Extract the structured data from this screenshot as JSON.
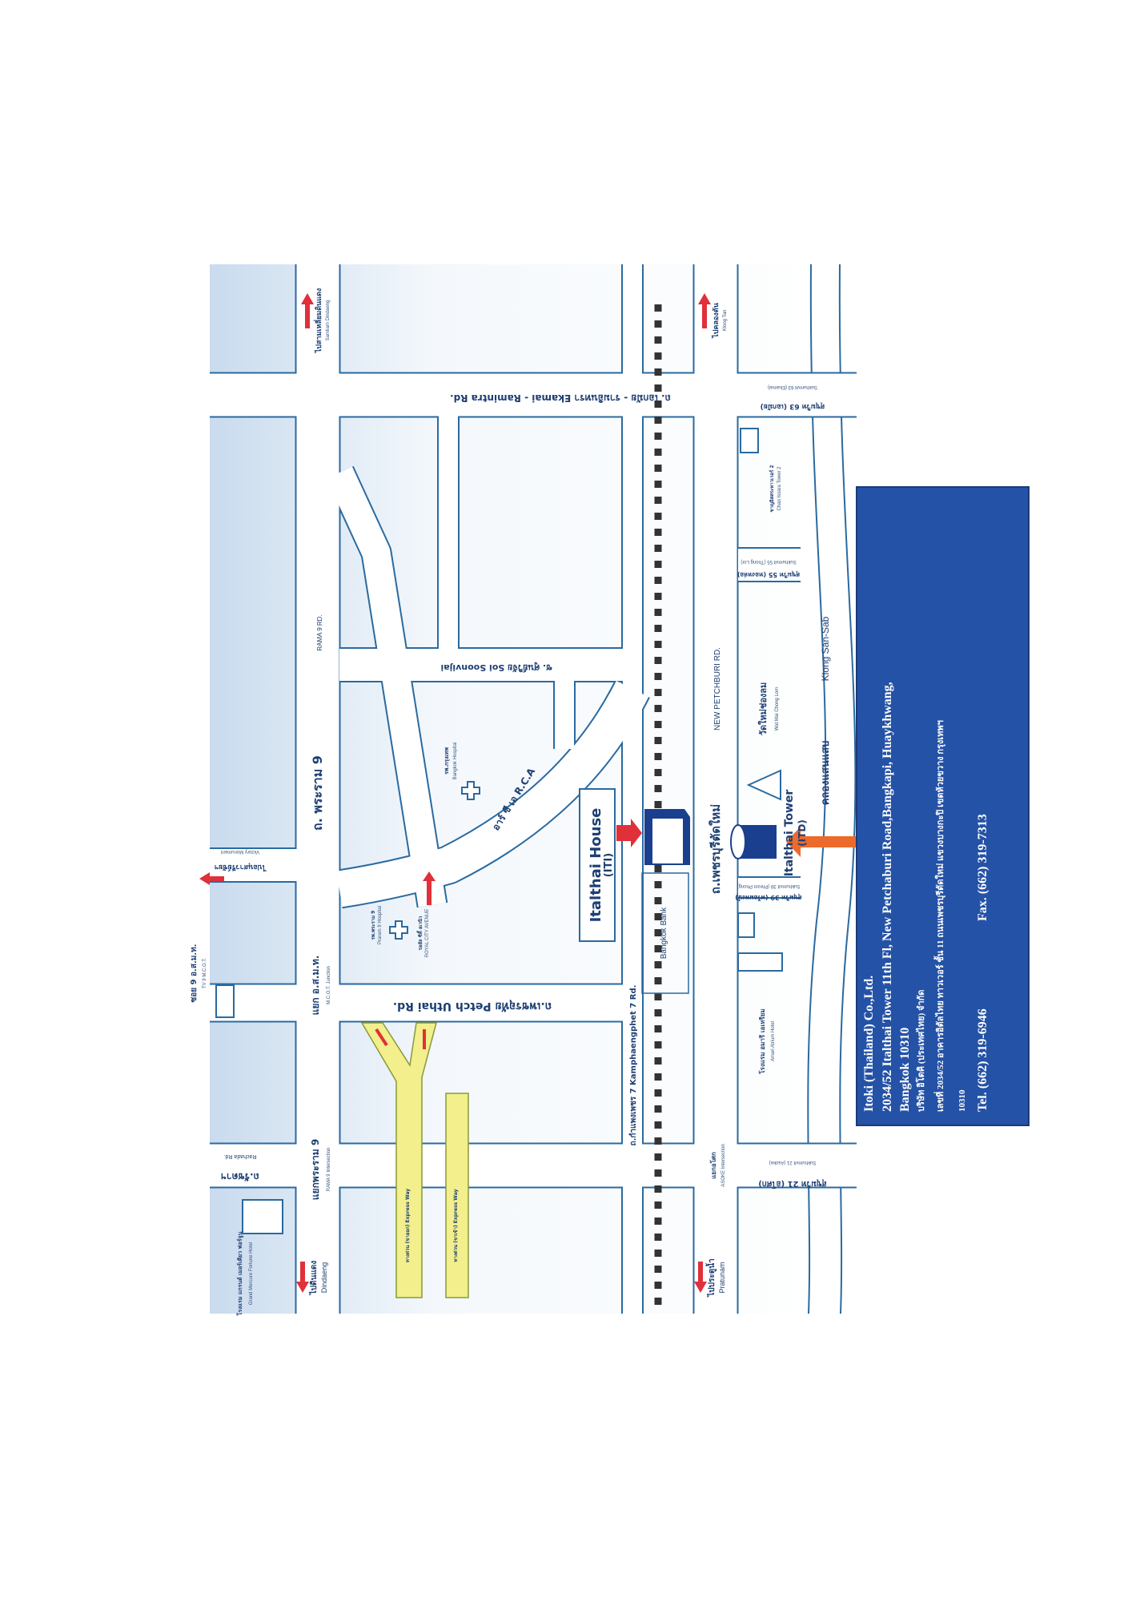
{
  "company": {
    "name": "Itoki (Thailand) Co.,Ltd.",
    "address_en_1": "2034/52 Italthai Tower 11th Fl, New Petchaburi Road,Bangkapi, Huaykhwang,",
    "address_en_2": "Bangkok 10310",
    "name_th": "บริษัท อิโตคิ (ประเทศไทย) จำกัด",
    "address_th": "เลขที่ 2034/52 อาคารอิตัลไทย ทาวเวอร์ ชั้น 11 ถนนเพชรบุรีตัดใหม่ แขวงบางกะปิ เขตห้วยขวาง กรุงเทพฯ",
    "postcode": "10310",
    "tel": "Tel. (662) 319-6946",
    "fax": "Fax. (662) 319-7313",
    "box_color": "#2452a6"
  },
  "roads": {
    "rama9_th": "ถ. พระราม 9",
    "rama9_en": "RAMA 9 RD.",
    "rca": "อาร์ ซี เอ R.C.A",
    "petch_uthai": "ถ.เพชรอุทัย   Petch Uthai Rd.",
    "ekamai": "ถ. เอกมัย - รามอินทรา   Ekamai - Ramintra Rd.",
    "soonvijai": "ซ. ศูนย์วิจัย   Soi Soonvijai",
    "kamphaengphet": "ถ.กำแพงเพชร 7   Kamphaengphet 7 Rd.",
    "new_petchburi_th": "ถ.เพชรบุรีตัดใหม่",
    "new_petchburi_en": "NEW PETCHBURI RD.",
    "suk63_th": "สุขุมวิท 63 (เอกมัย)",
    "suk63_en": "Sukhumvit 63 (Ekamai)",
    "suk55_th": "สุขุมวิท 55 (ทองหล่อ)",
    "suk55_en": "Sukhumvit 55 (Thong Lor)",
    "suk39_th": "สุขุมวิท 39 (พร้อมพงษ์)",
    "suk39_en": "Sukhumvit 39 (Phrom Phong)",
    "suk21_th": "สุขุมวิท 21 (อโศก)",
    "suk21_en": "Sukhumvit 21 (Asoke)",
    "rachada_th": "ถ.รัชดาฯ",
    "rachada_en": "Rachada Rd.",
    "expressway_out": "ทางด่วน (ขาออก)  Express Way",
    "expressway_in": "ทางด่วน (ขาเข้า)  Express Way",
    "canal_en": "Klong San-Sab",
    "canal_th": "คลองแสนแสบ"
  },
  "junctions": {
    "mcot_th": "แยก อ.ส.ม.ท.",
    "mcot_en": "M.C.O.T. Junction",
    "rama9_th": "แยกพระราม 9",
    "rama9_en": "RAMA 9 Intersection",
    "asoke_th": "แยกอโศก",
    "asoke_en": "ASOKE Intersection"
  },
  "directions": {
    "dindaeng_th": "ไปดินแดง",
    "dindaeng_en": "Dindaeng",
    "pratunam_th": "ไปประตูน้ำ",
    "pratunam_en": "Pratunam",
    "samliam_th": "ไปสามเหลี่ยมดินแดง",
    "samliam_en": "Samliam Dindaeng",
    "klongtan_th": "ไปคลองตัน",
    "klongtan_en": "Klong Tan",
    "victory_th": "ไปอนุสาวรีย์ชัยฯ",
    "victory_en": "Victory Monument"
  },
  "landmarks": {
    "italthai_house": "Italthai House",
    "italthai_house_code": "(ITI)",
    "italthai_tower": "Italthai Tower",
    "italthai_tower_code": "(ITD)",
    "bangkok_bank": "Bangkok Bank",
    "wat_th": "วัดใหม่ช่องลม",
    "wat_en": "Wat Mai Chong Lom",
    "hospital_th": "รพ.กรุงเทพ",
    "hospital_en": "Bangkok Hospital",
    "rama9_hospital_th": "รพ.พระราม 9",
    "rama9_hospital_en": "Praram 9 Hospital",
    "rca_th": "รอยัล ซิตี้ อเวนิว",
    "rca_en": "ROYAL CITY AVENUE",
    "mcot_th": "ซอย 9 อ.ส.ม.ท.",
    "mcot_en": "TV 9 M.C.O.T.",
    "hotel_th": "โรงแรม แกรนด์ เมอร์เคียว ฟอร์จูน",
    "hotel_en": "Grand Mercure Fortune Hotel",
    "amari_th": "โรงแรม อมารี เอเทรียม",
    "amari_en": "Amari Atrium Hotel",
    "tower2_th": "ชาญอิสสระทาวเวอร์ 2",
    "tower2_en": "Chan Issara Tower 2"
  },
  "colors": {
    "road_edge": "#2a6aa0",
    "block": "#e4eef8",
    "expressway": "#f2ef8c",
    "arrow_red": "#e0303a",
    "arrow_orange": "#ec6a2c",
    "building": "#1b3f8f"
  }
}
